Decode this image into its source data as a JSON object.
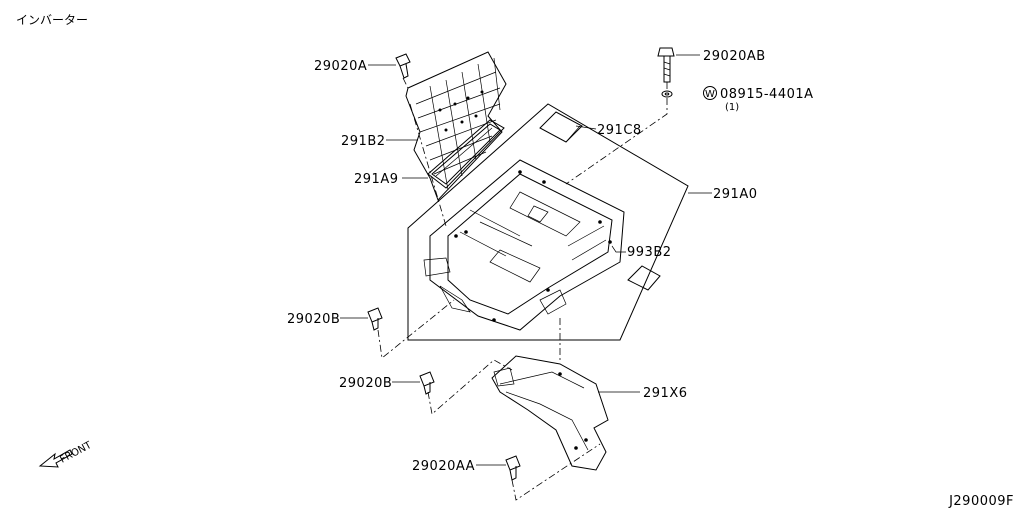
{
  "header": {
    "title": "インバーター"
  },
  "footer": {
    "code": "J290009F"
  },
  "orientation": {
    "label": "FRONT"
  },
  "callouts": {
    "bolt_top_left": "29020A",
    "bolt_top_right": "29020AB",
    "washer_part": "08915-4401A",
    "washer_qty": "(1)",
    "washer_symbol": "W",
    "cover_sheet": "291B2",
    "gasket": "291A9",
    "label_sticker": "291C8",
    "inverter_assembly": "291A0",
    "warning_label": "993B2",
    "bolt_mid_left": "29020B",
    "bolt_lower_left": "29020B",
    "bracket": "291X6",
    "bolt_bottom": "29020AA"
  }
}
